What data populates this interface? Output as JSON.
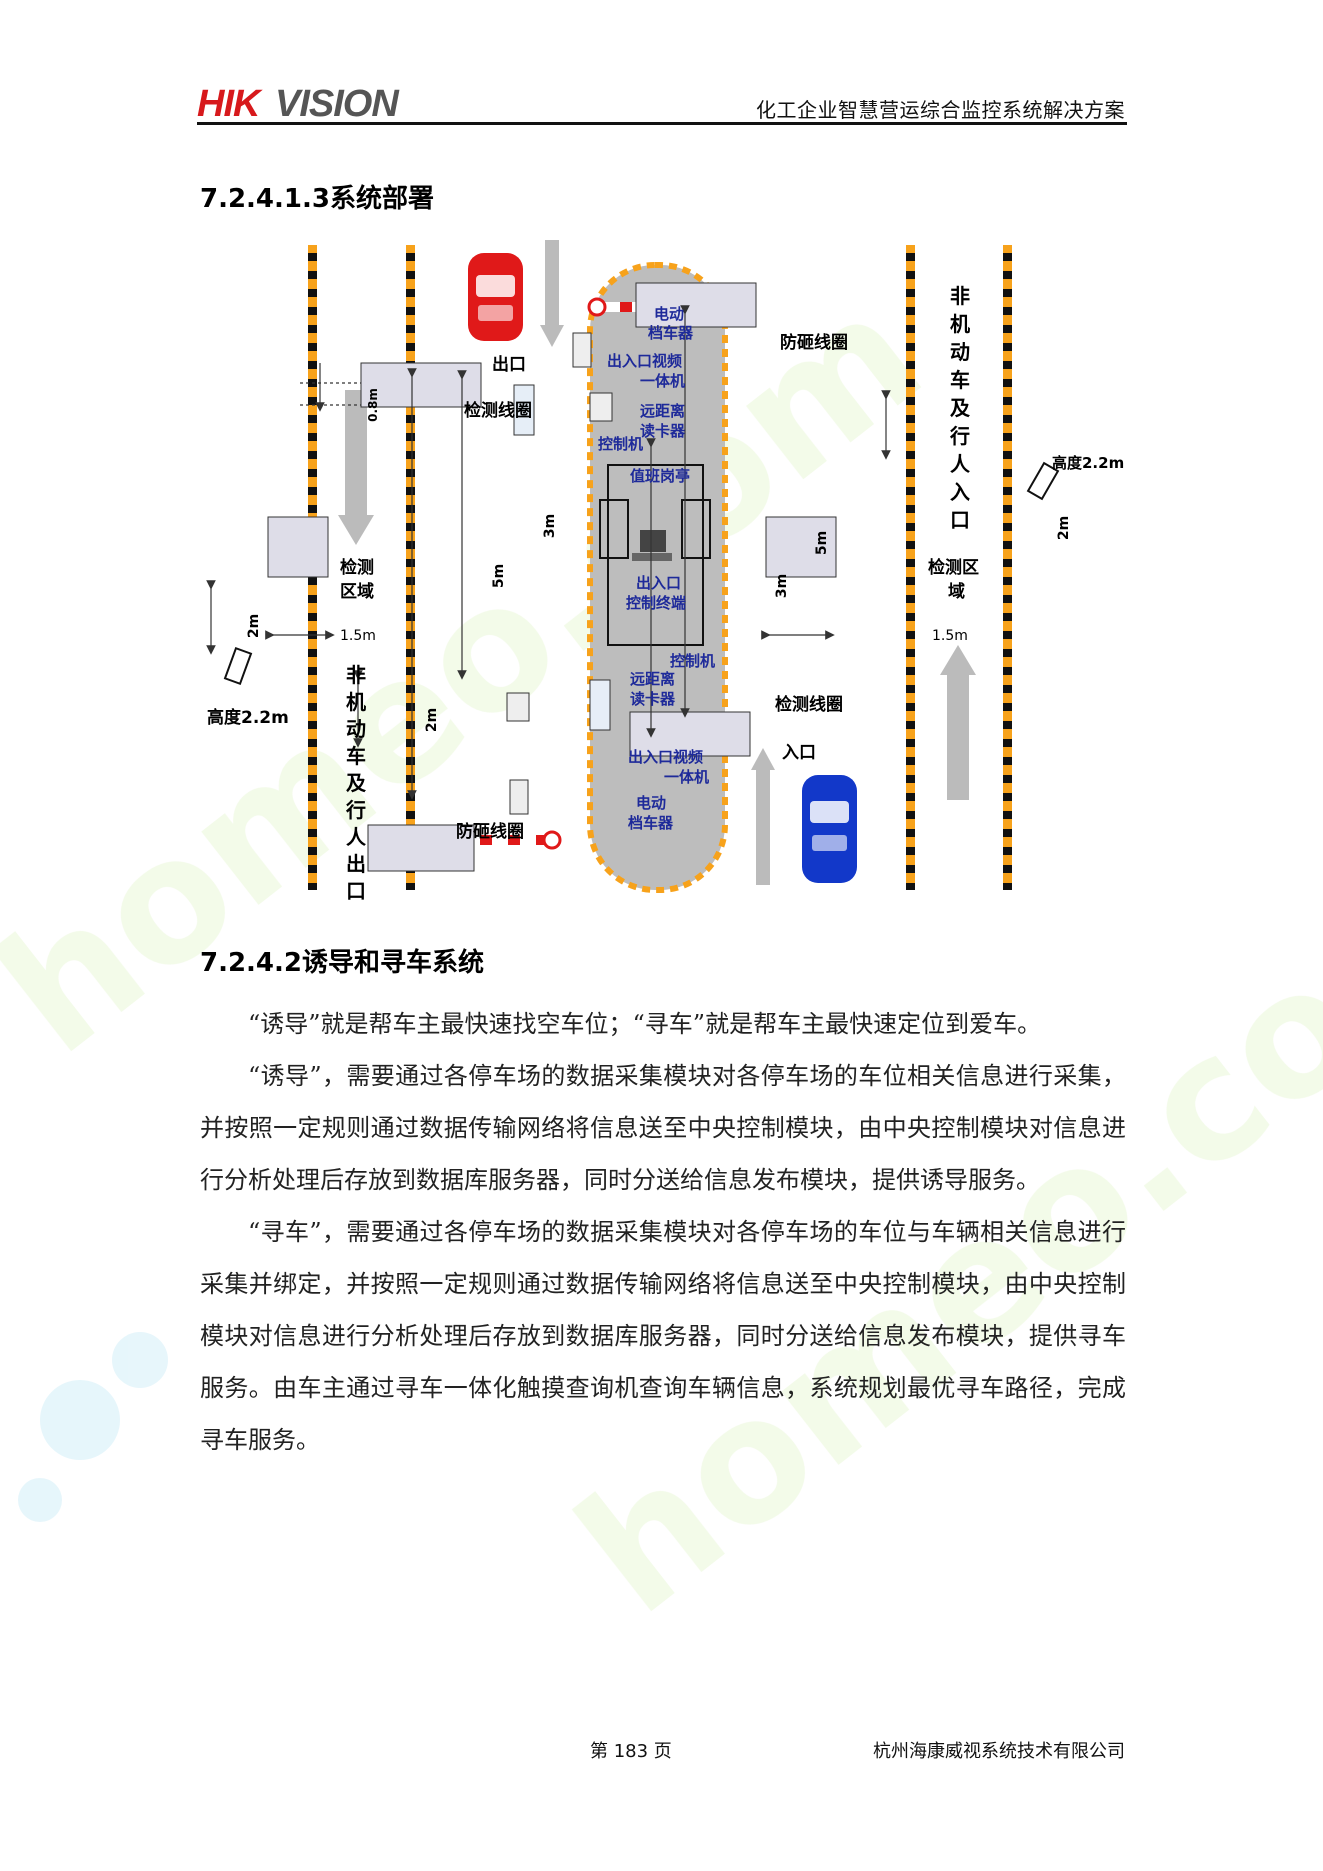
{
  "header": {
    "logo_text": "HIKVISION",
    "title": "化工企业智慧营运综合监控系统解决方案"
  },
  "section1": {
    "heading": "7.2.4.1.3系统部署"
  },
  "diagram": {
    "labels": {
      "exit": "出口",
      "entrance": "入口",
      "exit_loop": "检测线圈",
      "entry_loop": "检测线圈",
      "anti_hit_top": "防砸线圈",
      "anti_hit_bottom": "防砸线圈",
      "barrier_top": [
        "电动",
        "档车器"
      ],
      "barrier_bottom": [
        "电动",
        "档车器"
      ],
      "video_top": [
        "出入口视频",
        "一体机"
      ],
      "video_bottom": [
        "出入口视频",
        "一体机"
      ],
      "reader_top": [
        "远距离",
        "读卡器"
      ],
      "reader_bottom": [
        "远距离",
        "读卡器"
      ],
      "controller_top": "控制机",
      "controller_bottom": "控制机",
      "booth": "值班岗亭",
      "terminal": [
        "出入口",
        "控制终端"
      ],
      "detect_area_left": [
        "检测",
        "区域"
      ],
      "detect_area_right": [
        "检测区",
        "域"
      ],
      "ped_exit": [
        "非",
        "机",
        "动",
        "车",
        "及",
        "行",
        "人",
        "出",
        "口"
      ],
      "ped_entry": [
        "非",
        "机",
        "动",
        "车",
        "及",
        "行",
        "人",
        "入",
        "口"
      ],
      "height_left": "高度2.2m",
      "height_right": "高度2.2m",
      "dim_0_8": "0.8m",
      "dim_3m_a": "3m",
      "dim_3m_b": "3m",
      "dim_5m_a": "5m",
      "dim_5m_b": "5m",
      "dim_2m_a": "2m",
      "dim_2m_b": "2m",
      "dim_2m_c": "2m",
      "dim_1_5_left": "1.5m",
      "dim_1_5_right": "1.5m"
    }
  },
  "section2": {
    "heading": "7.2.4.2诱导和寻车系统",
    "paragraphs": [
      "“诱导”就是帮车主最快速找空车位；“寻车”就是帮车主最快速定位到爱车。",
      "“诱导”，需要通过各停车场的数据采集模块对各停车场的车位相关信息进行采集，并按照一定规则通过数据传输网络将信息送至中央控制模块，由中央控制模块对信息进行分析处理后存放到数据库服务器，同时分送给信息发布模块，提供诱导服务。",
      "“寻车”，需要通过各停车场的数据采集模块对各停车场的车位与车辆相关信息进行采集并绑定，并按照一定规则通过数据传输网络将信息送至中央控制模块，由中央控制模块对信息进行分析处理后存放到数据库服务器，同时分送给信息发布模块，提供寻车服务。由车主通过寻车一体化触摸查询机查询车辆信息，系统规划最优寻车路径，完成寻车服务。"
    ]
  },
  "footer": {
    "page": "第 183 页",
    "company": "杭州海康威视系统技术有限公司"
  },
  "colors": {
    "logo_red": "#d7191c",
    "road_yellow": "#f7a21b",
    "island_gray": "#bdbdbd",
    "label_blue": "#1e2a9a",
    "car_red": "#e01919",
    "car_blue": "#1238c9"
  }
}
